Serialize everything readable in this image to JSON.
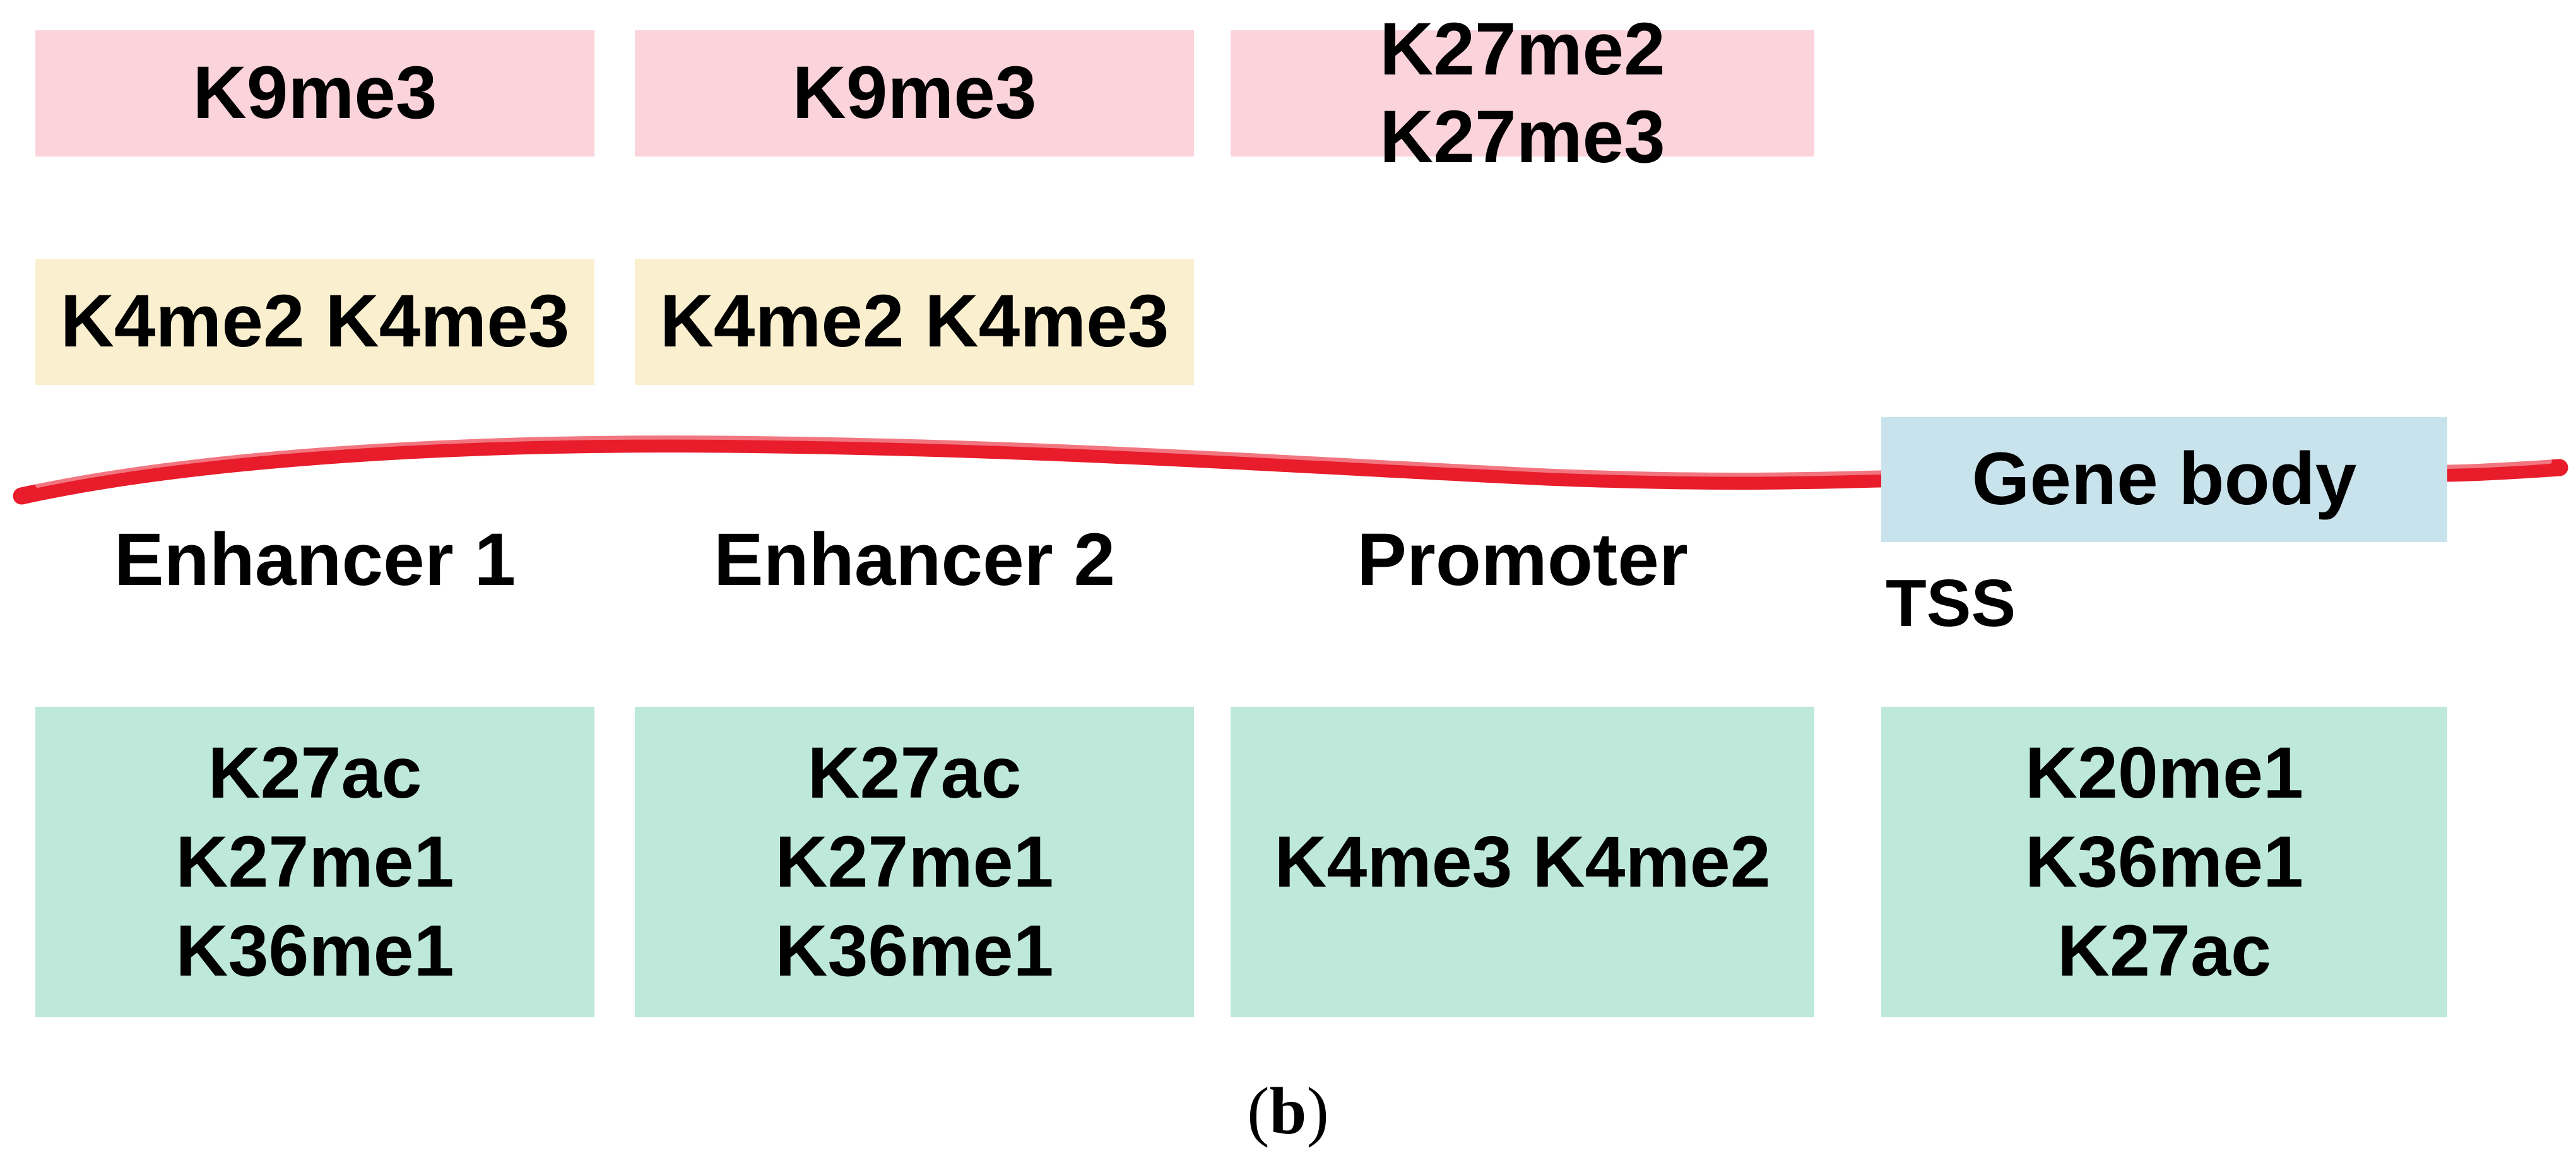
{
  "colors": {
    "pink": "#fbd3da",
    "yellow": "#faf0cf",
    "green": "#bde8da",
    "blue": "#c9e3ec",
    "red": "#e81c2b"
  },
  "boxes": {
    "pink1": {
      "text": "K9me3"
    },
    "pink2": {
      "text": "K9me3"
    },
    "pink3": {
      "text": "K27me2 K27me3"
    },
    "yellow1": {
      "text": "K4me2 K4me3"
    },
    "yellow2": {
      "text": "K4me2 K4me3"
    },
    "gene_body": {
      "text": "Gene body"
    },
    "green1": {
      "line1": "K27ac",
      "line2": "K27me1",
      "line3": "K36me1"
    },
    "green2": {
      "line1": "K27ac",
      "line2": "K27me1",
      "line3": "K36me1"
    },
    "green3": {
      "text": "K4me3 K4me2"
    },
    "green4": {
      "line1": "K20me1",
      "line2": "K36me1",
      "line3": "K27ac"
    }
  },
  "labels": {
    "enhancer1": "Enhancer 1",
    "enhancer2": "Enhancer 2",
    "promoter": "Promoter",
    "tss": "TSS"
  },
  "caption": {
    "open": "(",
    "letter": "b",
    "close": ")"
  }
}
